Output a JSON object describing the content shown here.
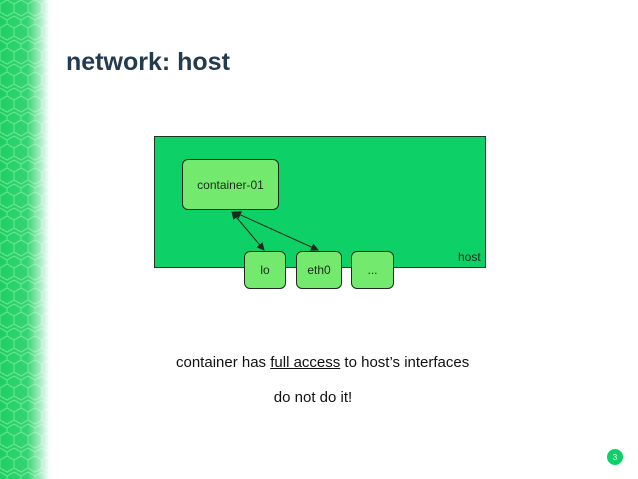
{
  "slide": {
    "title": "network: host",
    "page_number": "3"
  },
  "diagram": {
    "host_label": "host",
    "nodes": {
      "container": "container-01",
      "lo": "lo",
      "eth0": "eth0",
      "more": "..."
    },
    "edges": [
      {
        "from": "container",
        "to": "lo",
        "style": "bidirectional-arrow"
      },
      {
        "from": "container",
        "to": "eth0",
        "style": "bidirectional-arrow"
      }
    ]
  },
  "caption": {
    "before": "container has ",
    "emphasis": "full access",
    "after": " to host’s interfaces"
  },
  "warning": "do not do it!",
  "colors": {
    "accent_green": "#0dd067",
    "node_green": "#73ea6d",
    "title_color": "#233a4f"
  }
}
